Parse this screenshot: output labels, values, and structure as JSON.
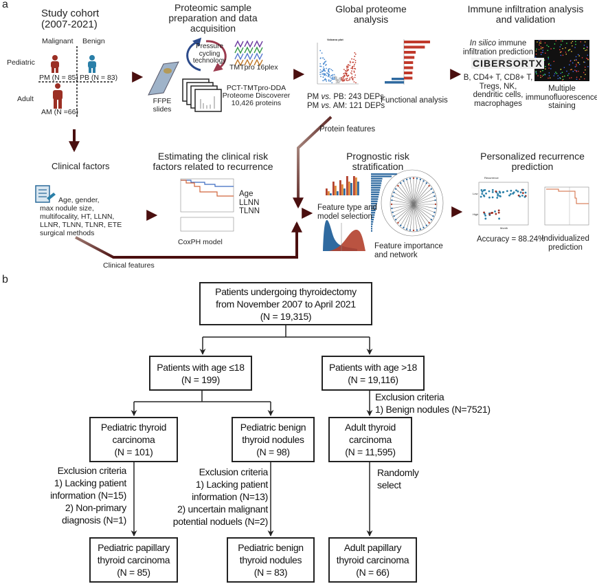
{
  "panel_a": {
    "label": "a",
    "cohort": {
      "title": [
        "Study cohort",
        "(2007-2021)"
      ],
      "col_malignant": "Malignant",
      "col_benign": "Benign",
      "row_pediatric": "Pediatric",
      "row_adult": "Adult",
      "pm": "PM (N = 85)",
      "pb": "PB (N = 83)",
      "am": "AM (N =66)",
      "colors": {
        "malignant": "#9b2f24",
        "benign": "#2a7fa8"
      }
    },
    "proteomic": {
      "title": [
        "Proteomic sample",
        "preparation and data",
        "acquisition"
      ],
      "pct": [
        "Pressure",
        "cycling",
        "technology"
      ],
      "tmt": "TMTpro 16plex",
      "ffpe": [
        "FFPE",
        "slides"
      ],
      "pipeline": [
        "PCT-TMTpro-DDA",
        "Proteome Discoverer",
        "10,426 proteins"
      ]
    },
    "global": {
      "title": [
        "Global proteome",
        "analysis"
      ],
      "volcano_title": "Volcano plot",
      "dep1": {
        "a": "PM ",
        "vs": "vs.",
        "b": " PB: 243 DEPs"
      },
      "dep2": {
        "a": "PM ",
        "vs": "vs.",
        "b": " AM: 121 DEPs"
      },
      "functional": "Functional analysis",
      "protein_features": "Protein features"
    },
    "immune": {
      "title": [
        "Immune infiltration analysis",
        "and validation"
      ],
      "insilico_italic": "In silico",
      "insilico_rest": " immune",
      "insilico_line2": "infiltration prediction",
      "logo": "CIBERSORTX",
      "cells": [
        "B, CD4+ T, CD8+ T,",
        "Tregs, NK,",
        "dendritic cells,",
        "macrophages"
      ],
      "if_staining": [
        "Multiple",
        "immunofluorescence",
        "staining"
      ]
    },
    "clinical": {
      "title": "Clinical factors",
      "factors": [
        "Age, gender,",
        "max nodule size,",
        "multifocality, HT, LLNN,",
        "LLNR, TLNN, TLNR, ETE",
        "surgical methods"
      ],
      "clinical_features": "Clinical features"
    },
    "risk": {
      "title": [
        "Estimating the clinical risk",
        "factors related to recurrence"
      ],
      "selected": [
        "Age",
        "LLNN",
        "TLNN"
      ],
      "model": "CoxPH model"
    },
    "prognostic": {
      "title": [
        "Prognostic risk",
        "stratification"
      ],
      "feature_type": [
        "Feature type and",
        "model selection"
      ],
      "feature_importance": [
        "Feature importance",
        "and network"
      ]
    },
    "personalized": {
      "title": [
        "Personalized recurrence",
        "prediction"
      ],
      "scatter_legend": "Recurrence",
      "scatter_low": "Low",
      "scatter_high": "High",
      "scatter_x": "Month",
      "accuracy": "Accuracy = 88.24%",
      "individualized": [
        "Individualized",
        "prediction"
      ]
    },
    "arrow_color": "#4a0f0f"
  },
  "panel_b": {
    "label": "b",
    "root": [
      "Patients undergoing thyroidectomy",
      "from November 2007 to April 2021",
      "(N = 19,315)"
    ],
    "pediatric": [
      "Patients with age ≤18",
      "(N = 199)"
    ],
    "adult": [
      "Patients with age >18",
      "(N = 19,116)"
    ],
    "adult_exclusion": [
      "Exclusion criteria",
      "1) Benign nodules (N=7521)"
    ],
    "ptc": [
      "Pediatric thyroid",
      "carcinoma",
      "(N = 101)"
    ],
    "pbn": [
      "Pediatric benign",
      "thyroid nodules",
      "(N = 98)"
    ],
    "atc": [
      "Adult thyroid",
      "carcinoma",
      "(N = 11,595)"
    ],
    "ptc_exclusion": [
      "Exclusion criteria",
      "1) Lacking patient",
      "information (N=15)",
      "2) Non-primary",
      "diagnosis (N=1)"
    ],
    "pbn_exclusion": [
      "Exclusion criteria",
      "1) Lacking patient",
      "information (N=13)",
      "2) uncertain malignant",
      "potential noduels (N=2)"
    ],
    "random": [
      "Randomly",
      "select"
    ],
    "pptc": [
      "Pediatric papillary",
      "thyroid carcinoma",
      "(N = 85)"
    ],
    "pbn_final": [
      "Pediatric benign",
      "thyroid nodules",
      "(N = 83)"
    ],
    "aptc": [
      "Adult papillary",
      "thyroid carcinoma",
      "(N = 66)"
    ]
  }
}
